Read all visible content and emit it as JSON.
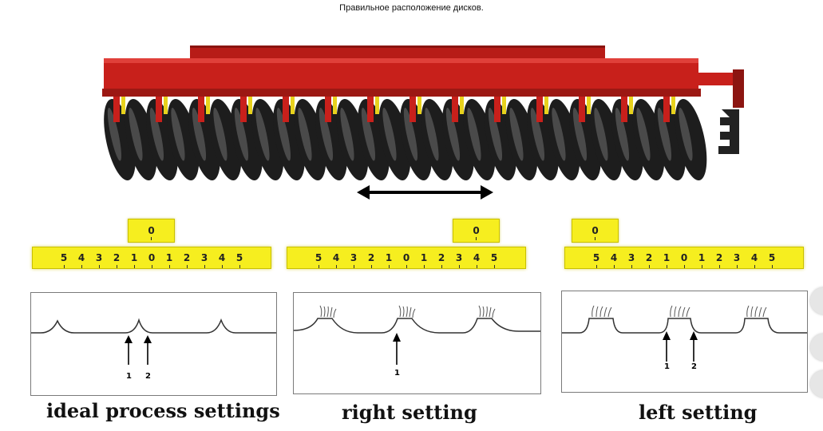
{
  "title": "Правильное расположение дисков.",
  "scale_labels": [
    "5",
    "4",
    "3",
    "2",
    "1",
    "0",
    "1",
    "2",
    "3",
    "4",
    "5"
  ],
  "pointer_label": "0",
  "panels": [
    {
      "caption": "ideal process settings",
      "arrow_labels": [
        "1",
        "2"
      ]
    },
    {
      "caption": "right setting",
      "arrow_labels": [
        "1"
      ]
    },
    {
      "caption": "left setting",
      "arrow_labels": [
        "1",
        "2"
      ]
    }
  ],
  "colors": {
    "frame": "#c8201b",
    "scale": "#f6ee1f",
    "disc": "#1d1d1d",
    "arrow": "#000000"
  }
}
